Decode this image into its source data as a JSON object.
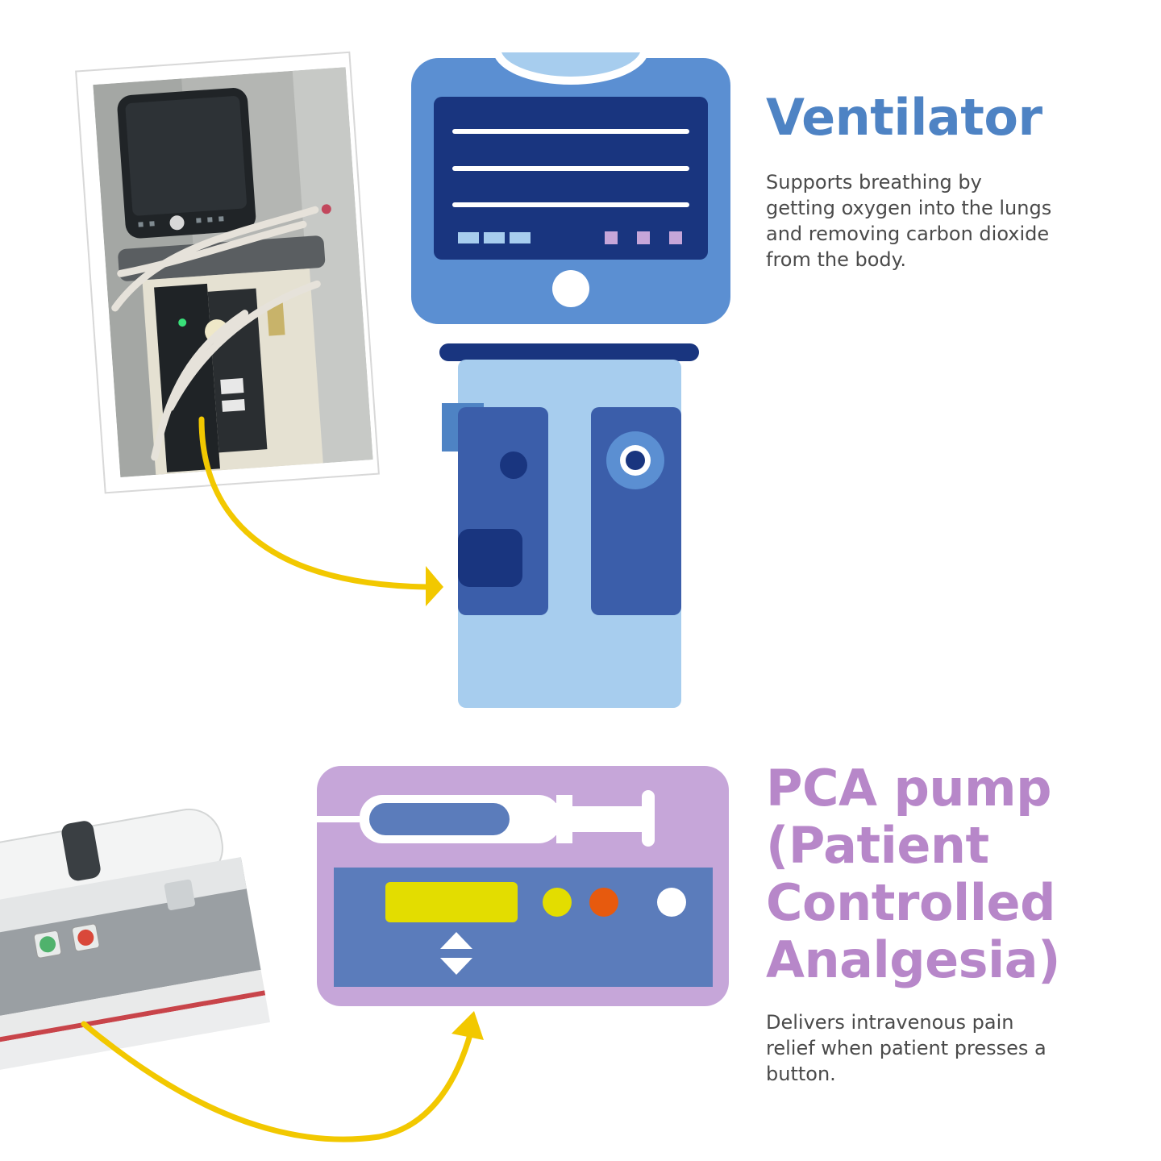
{
  "colors": {
    "ventilator_title": "#4e83c4",
    "pca_title": "#b787c9",
    "body_text": "#4a4a4a",
    "arrow": "#f2c800",
    "ventilator_dark_blue": "#19357f",
    "ventilator_mid_blue": "#5b8fd2",
    "ventilator_light_blue": "#a7cdee",
    "pca_lilac": "#c6a6d9",
    "pca_panel_blue": "#5b7cbb",
    "display_yellow": "#e3dd00",
    "button_orange": "#e75a0e"
  },
  "ventilator": {
    "title": "Ventilator",
    "description": "Supports breathing by getting oxygen into the lungs and removing carbon dioxide from the body.",
    "photo_icon": "ventilator-photo"
  },
  "pca_pump": {
    "title": "PCA pump (Patient Controlled Analgesia)",
    "description": "Delivers intravenous pain relief when patient presses a button.",
    "photo_icon": "pca-pump-photo"
  }
}
